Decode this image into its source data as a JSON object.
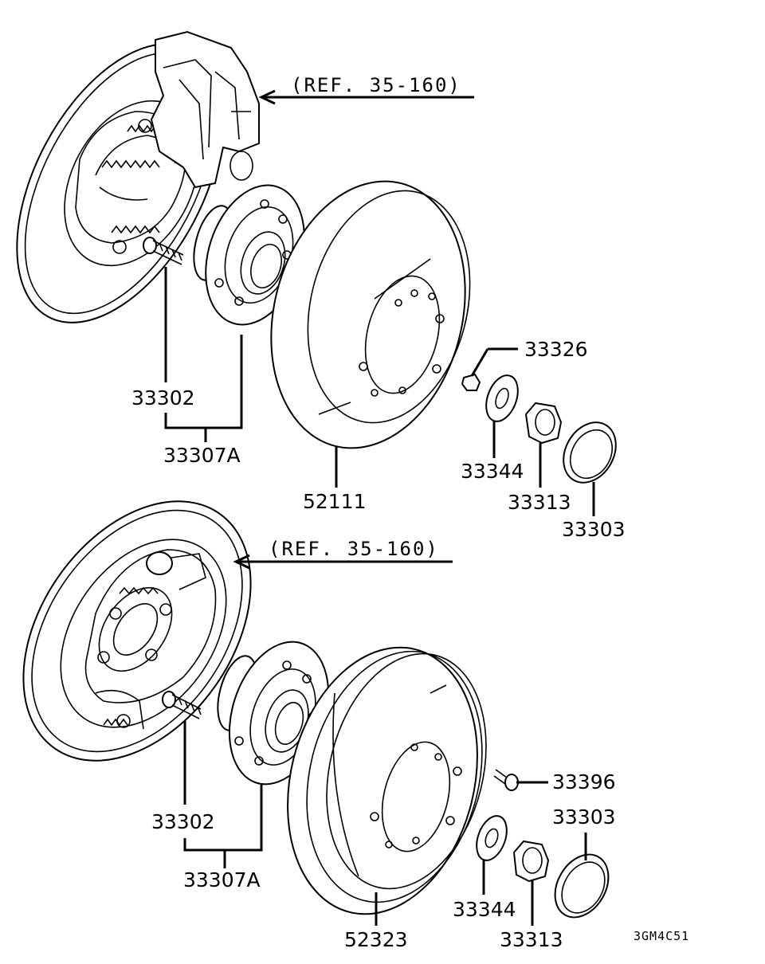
{
  "references": {
    "upper": "(REF. 35-160)",
    "lower": "(REF. 35-160)"
  },
  "upper_assembly": {
    "labels": {
      "p33326": "33326",
      "p33302": "33302",
      "p33307a": "33307A",
      "p52111": "52111",
      "p33344": "33344",
      "p33313": "33313",
      "p33303": "33303"
    }
  },
  "lower_assembly": {
    "labels": {
      "p33396": "33396",
      "p33303": "33303",
      "p33302": "33302",
      "p33307a": "33307A",
      "p33344": "33344",
      "p33313": "33313",
      "p52323": "52323"
    }
  },
  "diagram_code": "3GM4C51"
}
